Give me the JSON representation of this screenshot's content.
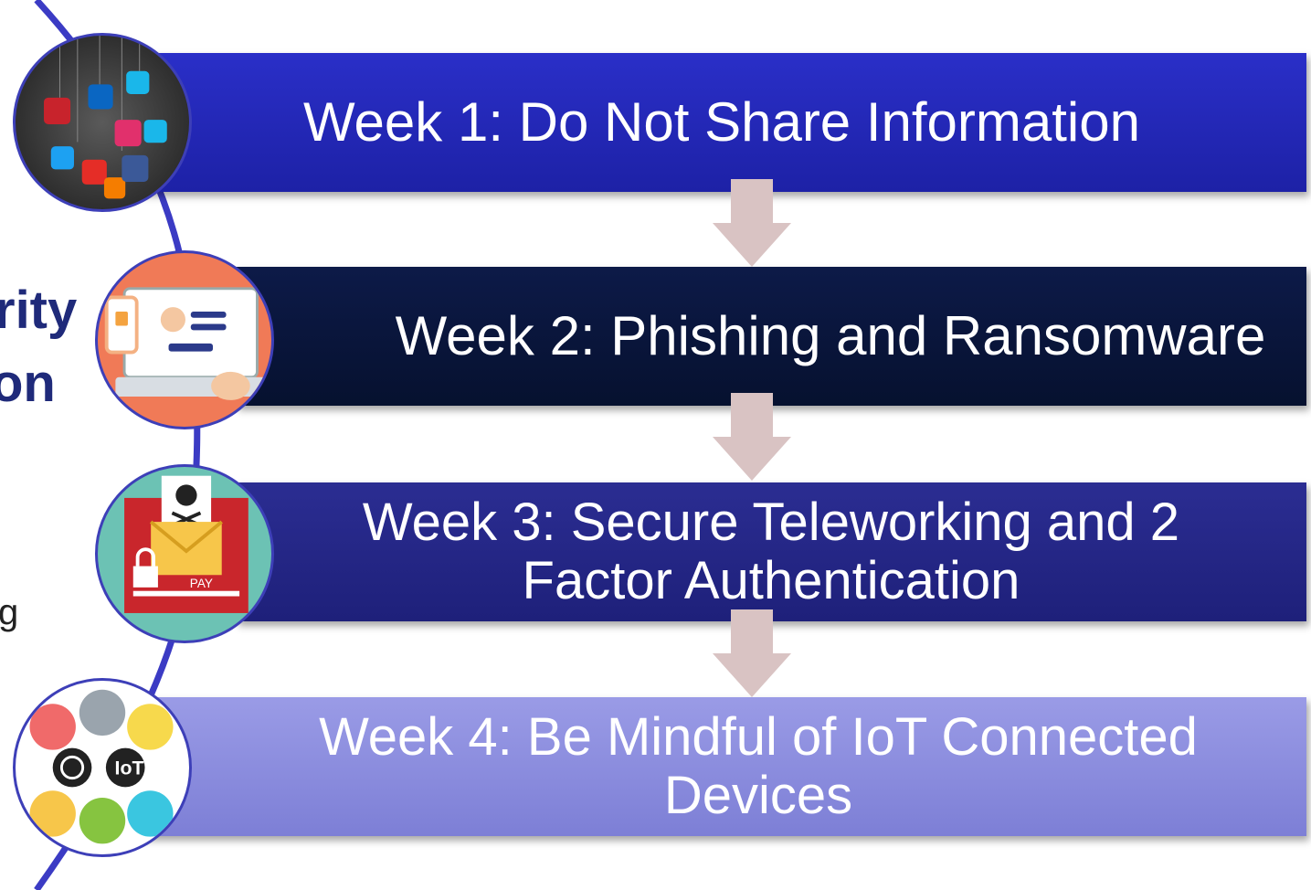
{
  "left_text": {
    "fragment_1": "rity",
    "fragment_2": "on",
    "fragment_3": "g"
  },
  "steps": [
    {
      "label": "Week 1: Do Not Share Information",
      "color": "#2226b8",
      "icon": "social-media-icon"
    },
    {
      "label": "Week 2: Phishing and Ransomware",
      "color": "#0a163d",
      "icon": "phishing-login-icon"
    },
    {
      "label": "Week 3: Secure Teleworking and 2 Factor Authentication",
      "color": "#252787",
      "icon": "ransomware-envelope-icon"
    },
    {
      "label": "Week 4: Be Mindful of IoT Connected Devices",
      "color": "#8c8de0",
      "icon": "iot-devices-icon"
    }
  ],
  "icon_labels": {
    "iot_badge": "IoT",
    "pay_label": "PAY"
  },
  "colors": {
    "curve": "#3b3bc4",
    "arrow": "#d9c3c3",
    "text": "#ffffff"
  }
}
